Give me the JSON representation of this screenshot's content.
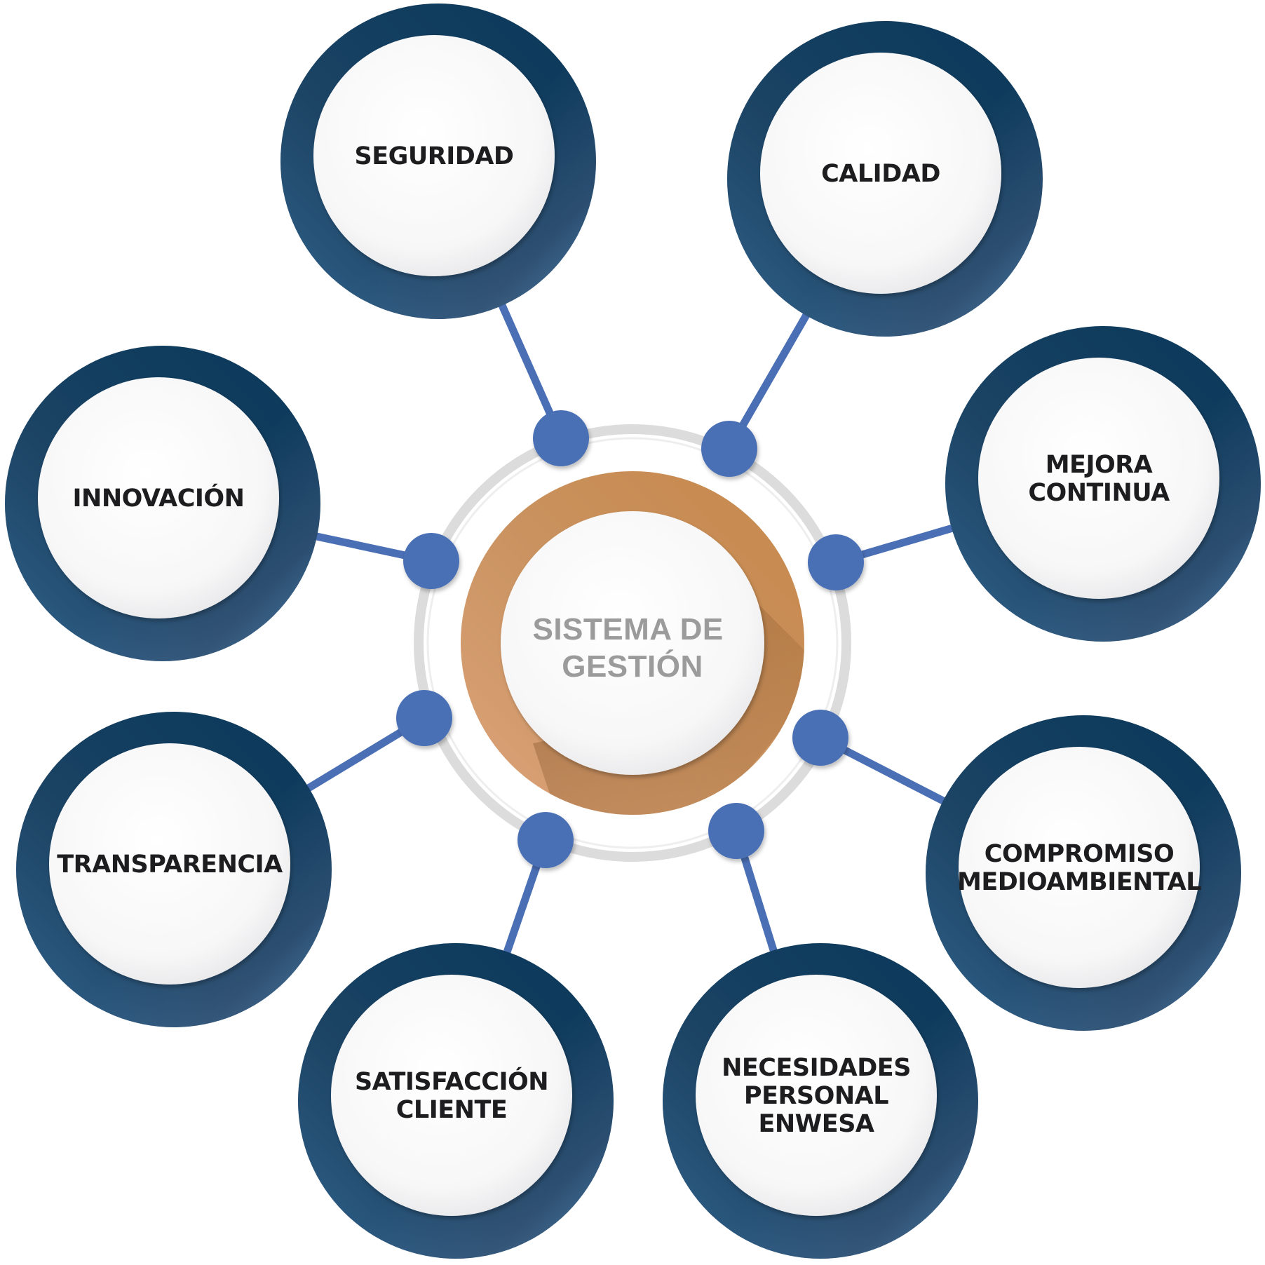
{
  "center": {
    "label_lines": [
      "SISTEMA DE",
      "GESTIÓN"
    ]
  },
  "nodes": [
    {
      "id": "seguridad",
      "label_lines": [
        "SEGURIDAD"
      ]
    },
    {
      "id": "calidad",
      "label_lines": [
        "CALIDAD"
      ]
    },
    {
      "id": "mejora-continua",
      "label_lines": [
        "MEJORA",
        "CONTINUA"
      ]
    },
    {
      "id": "compromiso-medioambiental",
      "label_lines": [
        "COMPROMISO",
        "MEDIOAMBIENTAL"
      ]
    },
    {
      "id": "necesidades-personal-enwesa",
      "label_lines": [
        "NECESIDADES",
        "PERSONAL",
        "ENWESA"
      ]
    },
    {
      "id": "satisfaccion-cliente",
      "label_lines": [
        "SATISFACCIÓN",
        "CLIENTE"
      ]
    },
    {
      "id": "transparencia",
      "label_lines": [
        "TRANSPARENCIA"
      ]
    },
    {
      "id": "innovacion",
      "label_lines": [
        "INNOVACIÓN"
      ]
    }
  ],
  "colors": {
    "ring_dark": "#0d3a5c",
    "ring_light": "#4f8fc4",
    "connector": "#4a6fb5",
    "hub_orange": "#cf8a4e",
    "hub_light": "#d9a67a",
    "center_text": "#9b9b9b",
    "node_text": "#1d1d1f"
  }
}
